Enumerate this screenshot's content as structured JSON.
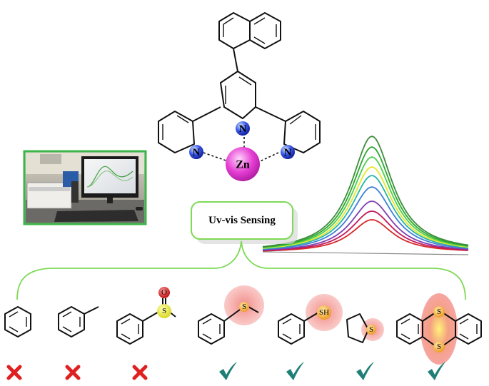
{
  "sensing_label": "Uv-vis Sensing",
  "complex": {
    "metal": "Zn",
    "nitrogen_label": "N"
  },
  "analytes": [
    {
      "name": "benzene",
      "result": "cross",
      "labels": []
    },
    {
      "name": "toluene",
      "result": "cross",
      "labels": []
    },
    {
      "name": "methyl-phenyl-sulfoxide",
      "result": "cross",
      "labels": [
        "S",
        "O"
      ]
    },
    {
      "name": "thioanisole",
      "result": "check",
      "labels": [
        "S"
      ]
    },
    {
      "name": "thiophenol",
      "result": "check",
      "labels": [
        "SH"
      ]
    },
    {
      "name": "tetrahydrothiophene",
      "result": "check",
      "labels": [
        "S"
      ]
    },
    {
      "name": "thianthrene",
      "result": "check",
      "labels": [
        "S",
        "S"
      ]
    }
  ],
  "spectrum_colors": [
    "#d62728",
    "#c2185b",
    "#7e3fb0",
    "#3f7fd8",
    "#24b5a7",
    "#e6e62a",
    "#4ccf4c",
    "#2ea82e",
    "#3c8c3c"
  ],
  "colors": {
    "bracket": "#7ed957",
    "photo_frame": "#3cb54a",
    "cross": "#e02020",
    "check": "#1f7f76",
    "zn": "#e040d0",
    "nitrogen": "#2a3bd8",
    "sulfur_glow": "#f4a3a0",
    "sulfur": "#f2b640",
    "sulfoxide_s": "#e8e84a",
    "oxygen": "#e02020"
  }
}
